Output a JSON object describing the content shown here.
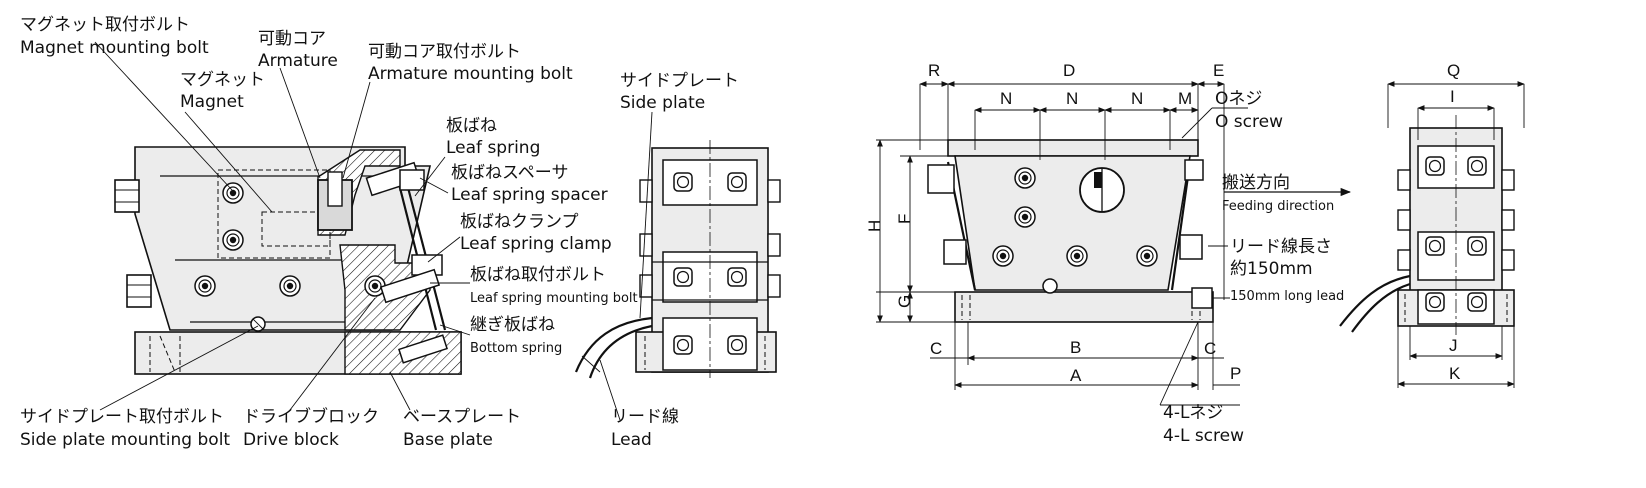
{
  "callouts": {
    "magnet_bolt": {
      "jp": "マグネット取付ボルト",
      "en": "Magnet mounting bolt"
    },
    "magnet": {
      "jp": "マグネット",
      "en": "Magnet"
    },
    "armature": {
      "jp": "可動コア",
      "en": "Armature"
    },
    "armature_bolt": {
      "jp": "可動コア取付ボルト",
      "en": "Armature mounting bolt"
    },
    "leaf_spring": {
      "jp": "板ばね",
      "en": "Leaf spring"
    },
    "spring_spacer": {
      "jp": "板ばねスペーサ",
      "en": "Leaf spring spacer"
    },
    "spring_clamp": {
      "jp": "板ばねクランプ",
      "en": "Leaf spring clamp"
    },
    "spring_bolt": {
      "jp": "板ばね取付ボルト",
      "en": "Leaf spring mounting bolt"
    },
    "bottom_spring": {
      "jp": "継ぎ板ばね",
      "en": "Bottom spring"
    },
    "side_plate": {
      "jp": "サイドプレート",
      "en": "Side plate"
    },
    "side_plate_bolt": {
      "jp": "サイドプレート取付ボルト",
      "en": "Side plate mounting bolt"
    },
    "drive_block": {
      "jp": "ドライブブロック",
      "en": "Drive block"
    },
    "base_plate": {
      "jp": "ベースプレート",
      "en": "Base plate"
    },
    "lead": {
      "jp": "リード線",
      "en": "Lead"
    },
    "o_screw": {
      "jp": "Oネジ",
      "en": "O screw"
    },
    "feeding": {
      "jp": "搬送方向",
      "en": "Feeding direction"
    },
    "lead_length": {
      "jp1": "リード線長さ",
      "jp2": "約150mm",
      "en": "150mm long lead"
    },
    "l_screw": {
      "jp": "4-Lネジ",
      "en": "4-L screw"
    }
  },
  "dimensions": {
    "R": "R",
    "D": "D",
    "E": "E",
    "N": "N",
    "M": "M",
    "H": "H",
    "F": "F",
    "G": "G",
    "C": "C",
    "B": "B",
    "A": "A",
    "P": "P",
    "Q": "Q",
    "I": "I",
    "J": "J",
    "K": "K"
  }
}
